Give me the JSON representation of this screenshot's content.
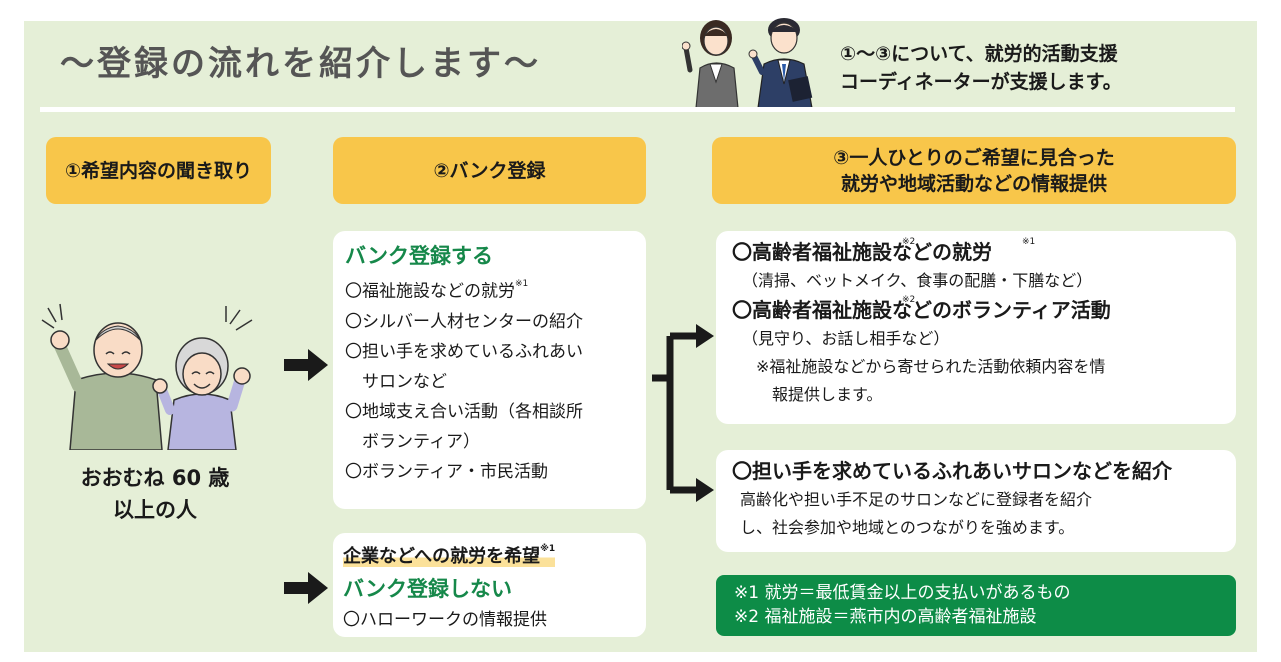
{
  "header": {
    "title": "〜登録の流れを紹介します〜",
    "helper_line1": "①〜③について、就労的活動支援",
    "helper_line2": "コーディネーターが支援します。"
  },
  "steps": {
    "step1": "①希望内容の聞き取り",
    "step2": "②バンク登録",
    "step3_line1": "③一人ひとりのご希望に見合った",
    "step3_line2": "就労や地域活動などの情報提供"
  },
  "target": {
    "line1": "おおむね 60 歳",
    "line2": "以上の人"
  },
  "register_card": {
    "heading": "バンク登録する",
    "items": [
      "〇福祉施設などの就労",
      "〇シルバー人材センターの紹介",
      "〇担い手を求めているふれあい",
      "　サロンなど",
      "〇地域支え合い活動（各相談所",
      "　ボランティア）",
      "〇ボランティア・市民活動"
    ]
  },
  "no_register_card": {
    "wish": "企業などへの就労を希望",
    "heading": "バンク登録しない",
    "item": "〇ハローワークの情報提供"
  },
  "info_card1": {
    "line1": "〇高齢者福祉施設などの就労",
    "line1_sub": "（清掃、ベットメイク、食事の配膳・下膳など）",
    "line2": "〇高齢者福祉施設などのボランティア活動",
    "line2_sub": "（見守り、お話し相手など）",
    "note1": "※福祉施設などから寄せられた活動依頼内容を情",
    "note2": "報提供します。"
  },
  "info_card2": {
    "title": "〇担い手を求めているふれあいサロンなどを紹介",
    "desc1": "高齢化や担い手不足のサロンなどに登録者を紹介",
    "desc2": "し、社会参加や地域とのつながりを強めます。"
  },
  "footnotes": {
    "n1": "※1  就労＝最低賃金以上の支払いがあるもの",
    "n2": "※2  福祉施設＝燕市内の高齢者福祉施設"
  },
  "marks": {
    "n1": "※1",
    "n2": "※2"
  },
  "colors": {
    "panel": "#e5efd7",
    "step": "#f8c64a",
    "green": "#16884a",
    "footnote_bg": "#0d8c47"
  }
}
